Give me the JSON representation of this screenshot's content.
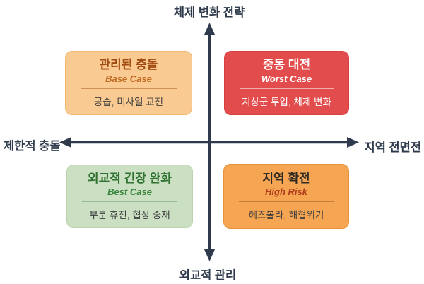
{
  "diagram": {
    "axes": {
      "top": "체제 변화 전략",
      "left": "제한적 충돌",
      "right": "지역 전면전",
      "bottom": "외교적 관리",
      "color": "#2F3B4C"
    },
    "quadrants": {
      "top_left": {
        "title": "관리된 충돌",
        "subtitle": "Base Case",
        "detail": "공습, 미사일 교전",
        "bg_color": "#F9CB92",
        "title_color": "#A14A10",
        "subtitle_color": "#C06A22"
      },
      "top_right": {
        "title": "중동 대전",
        "subtitle": "Worst Case",
        "detail": "지상군 투입, 체제 변화",
        "bg_color": "#E24C4C",
        "title_color": "#FFFFFF",
        "subtitle_color": "#FFFFFF"
      },
      "bottom_left": {
        "title": "외교적 긴장 완화",
        "subtitle": "Best Case",
        "detail": "부분 휴전, 협상 중재",
        "bg_color": "#CBE0C3",
        "title_color": "#2F7232",
        "subtitle_color": "#39843C"
      },
      "bottom_right": {
        "title": "지역 확전",
        "subtitle": "High Risk",
        "detail": "헤즈볼라, 해협위기",
        "bg_color": "#F6A653",
        "title_color": "#2E2A24",
        "subtitle_color": "#AC3B1C"
      }
    }
  }
}
